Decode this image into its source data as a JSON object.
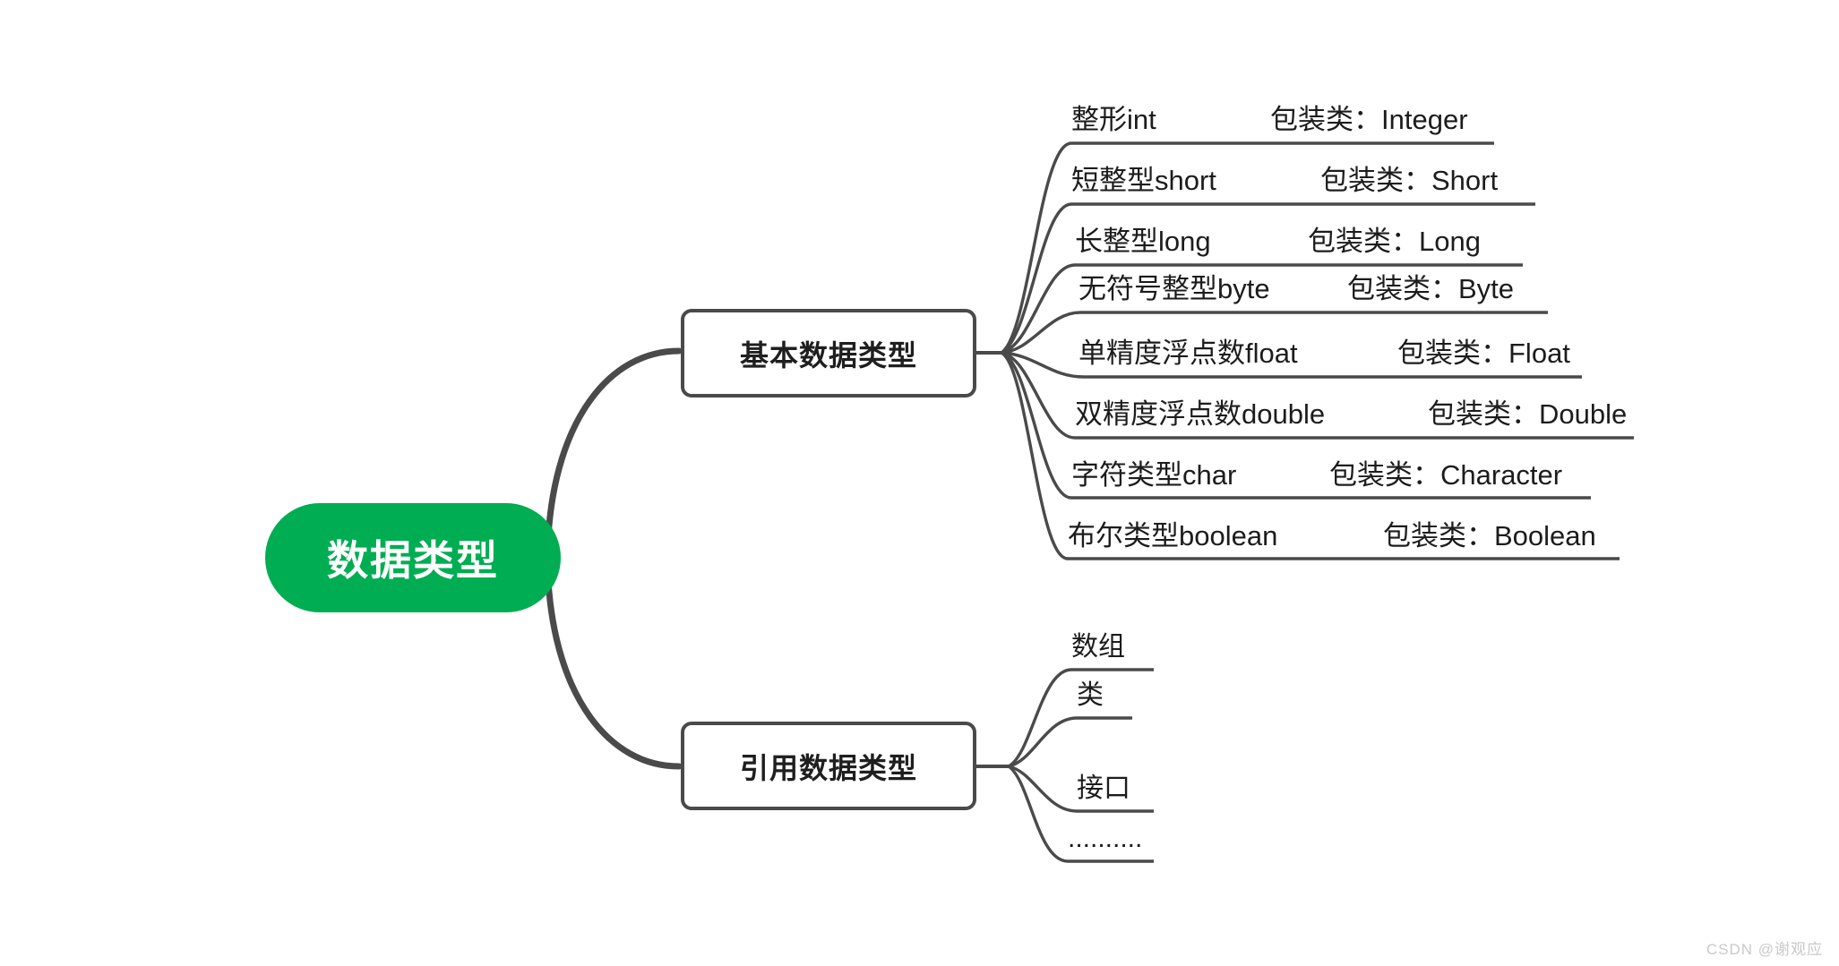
{
  "root": {
    "label": "数据类型",
    "color": "#00ad52",
    "text_color": "#ffffff"
  },
  "branches": [
    {
      "label": "基本数据类型",
      "leaves": [
        {
          "type": "整形int",
          "wrapper": "包装类：Integer"
        },
        {
          "type": "短整型short",
          "wrapper": "包装类：Short"
        },
        {
          "type": "长整型long",
          "wrapper": "包装类：Long"
        },
        {
          "type": "无符号整型byte",
          "wrapper": "包装类：Byte"
        },
        {
          "type": "单精度浮点数float",
          "wrapper": "包装类：Float"
        },
        {
          "type": "双精度浮点数double",
          "wrapper": "包装类：Double"
        },
        {
          "type": "字符类型char",
          "wrapper": "包装类：Character"
        },
        {
          "type": "布尔类型boolean",
          "wrapper": "包装类：Boolean"
        }
      ]
    },
    {
      "label": "引用数据类型",
      "leaves": [
        {
          "type": "数组",
          "wrapper": ""
        },
        {
          "type": "类",
          "wrapper": ""
        },
        {
          "type": "接口",
          "wrapper": ""
        },
        {
          "type": "..........",
          "wrapper": ""
        }
      ]
    }
  ],
  "watermark": "CSDN @谢观应",
  "line_color": "#4a4a4a"
}
